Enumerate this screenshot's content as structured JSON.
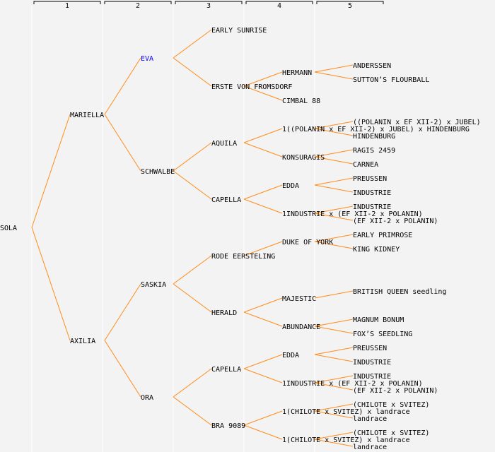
{
  "header": {
    "generations": [
      "1",
      "2",
      "3",
      "4",
      "5"
    ]
  },
  "colors": {
    "line": "#ff8c1a",
    "highlight": "#0000ff",
    "background": "#f3f3f3",
    "divider": "#ffffff"
  },
  "highlighted": "EVA",
  "pedigree": {
    "name": "SOLA",
    "parents": [
      {
        "name": "MARIELLA",
        "parents": [
          {
            "name": "EVA",
            "parents": [
              {
                "name": "EARLY SUNRISE"
              },
              {
                "name": "ERSTE VON FROMSDORF",
                "parents": [
                  {
                    "name": "HERMANN",
                    "parents": [
                      {
                        "name": "ANDERSSEN"
                      },
                      {
                        "name": "SUTTON’S FLOURBALL"
                      }
                    ]
                  },
                  {
                    "name": "CIMBAL 88"
                  }
                ]
              }
            ]
          },
          {
            "name": "SCHWALBE",
            "parents": [
              {
                "name": "AQUILA",
                "parents": [
                  {
                    "name": "1((POLANIN x EF XII-2) x JUBEL) x HINDENBURG",
                    "parents": [
                      {
                        "name": "((POLANIN x EF XII-2) x JUBEL)"
                      },
                      {
                        "name": "HINDENBURG"
                      }
                    ]
                  },
                  {
                    "name": "KONSURAGIS",
                    "parents": [
                      {
                        "name": "RAGIS 2459"
                      },
                      {
                        "name": "CARNEA"
                      }
                    ]
                  }
                ]
              },
              {
                "name": "CAPELLA",
                "parents": [
                  {
                    "name": "EDDA",
                    "parents": [
                      {
                        "name": "PREUSSEN"
                      },
                      {
                        "name": "INDUSTRIE"
                      }
                    ]
                  },
                  {
                    "name": "1INDUSTRIE x (EF XII-2 x POLANIN)",
                    "parents": [
                      {
                        "name": "INDUSTRIE"
                      },
                      {
                        "name": "(EF XII-2 x POLANIN)"
                      }
                    ]
                  }
                ]
              }
            ]
          }
        ]
      },
      {
        "name": "AXILIA",
        "parents": [
          {
            "name": "SASKIA",
            "parents": [
              {
                "name": "RODE EERSTELING",
                "parents": [
                  {
                    "name": "DUKE OF YORK",
                    "parents": [
                      {
                        "name": "EARLY PRIMROSE"
                      },
                      {
                        "name": "KING KIDNEY"
                      }
                    ]
                  }
                ]
              },
              {
                "name": "HERALD",
                "parents": [
                  {
                    "name": "MAJESTIC",
                    "parents": [
                      {
                        "name": "BRITISH QUEEN seedling"
                      }
                    ]
                  },
                  {
                    "name": "ABUNDANCE",
                    "parents": [
                      {
                        "name": "MAGNUM BONUM"
                      },
                      {
                        "name": "FOX’S SEEDLING"
                      }
                    ]
                  }
                ]
              }
            ]
          },
          {
            "name": "ORA",
            "parents": [
              {
                "name": "CAPELLA",
                "parents": [
                  {
                    "name": "EDDA",
                    "parents": [
                      {
                        "name": "PREUSSEN"
                      },
                      {
                        "name": "INDUSTRIE"
                      }
                    ]
                  },
                  {
                    "name": "1INDUSTRIE x (EF XII-2 x POLANIN)",
                    "parents": [
                      {
                        "name": "INDUSTRIE"
                      },
                      {
                        "name": "(EF XII-2 x POLANIN)"
                      }
                    ]
                  }
                ]
              },
              {
                "name": "BRA 9089",
                "parents": [
                  {
                    "name": "1(CHILOTE x SVITEZ) x landrace",
                    "parents": [
                      {
                        "name": "(CHILOTE x SVITEZ)"
                      },
                      {
                        "name": "landrace"
                      }
                    ]
                  },
                  {
                    "name": "1(CHILOTE x SVITEZ) x landrace",
                    "parents": [
                      {
                        "name": "(CHILOTE x SVITEZ)"
                      },
                      {
                        "name": "landrace"
                      }
                    ]
                  }
                ]
              }
            ]
          }
        ]
      }
    ]
  }
}
